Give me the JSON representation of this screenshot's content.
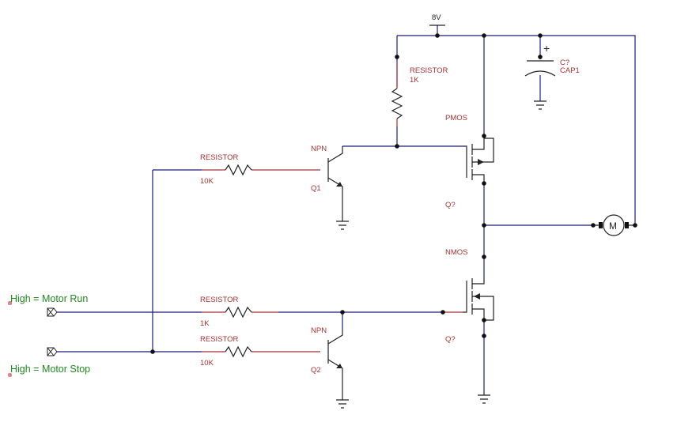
{
  "supply": {
    "label": "8V"
  },
  "r_pull": {
    "name": "RESISTOR",
    "value": "1K"
  },
  "r_q1": {
    "name": "RESISTOR",
    "value": "10K"
  },
  "r_run": {
    "name": "RESISTOR",
    "value": "1K"
  },
  "r_stop": {
    "name": "RESISTOR",
    "value": "10K"
  },
  "q1": {
    "type": "NPN",
    "ref": "Q1"
  },
  "q2": {
    "type": "NPN",
    "ref": "Q2"
  },
  "pmos": {
    "type": "PMOS",
    "ref": "Q?"
  },
  "nmos": {
    "type": "NMOS",
    "ref": "Q?"
  },
  "cap": {
    "ref": "C?",
    "name": "CAP1",
    "polarity": "+"
  },
  "motor": {
    "symbol": "M"
  },
  "inputs": {
    "run": "High = Motor Run",
    "stop": "High = Motor Stop"
  },
  "colors": {
    "wire": "#1a1a7a",
    "label": "#a83232",
    "note": "#1f8a1f",
    "component": "#222222"
  }
}
